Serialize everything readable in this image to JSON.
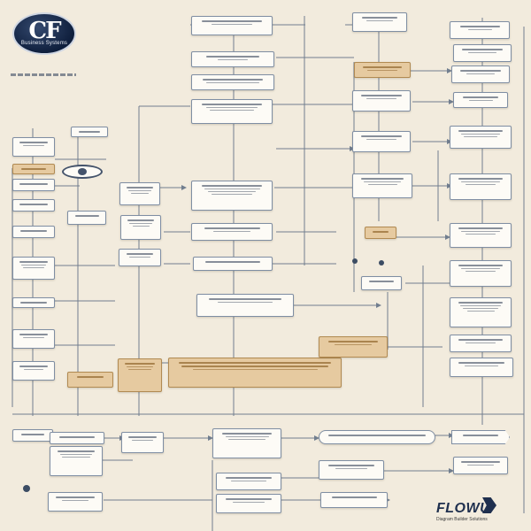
{
  "logo": {
    "mark": "CF",
    "subtitle": "Business Systems",
    "icon": "cf-logo-icon"
  },
  "brand": {
    "word": "FLOWU",
    "tagline": "Diagram Builder Solutions",
    "icon": "flow-arrow-icon"
  },
  "colors": {
    "background": "#f2ebdd",
    "node_fill": "#fdfbf6",
    "node_border": "#7f8ea3",
    "accent_tan": "#e6caa0",
    "connector": "#5b6b82",
    "navy": "#1f2f4e"
  },
  "diagram": {
    "type": "flowchart",
    "note": "node text rendered as illegible placeholder lines in the original",
    "node_count": 58
  }
}
